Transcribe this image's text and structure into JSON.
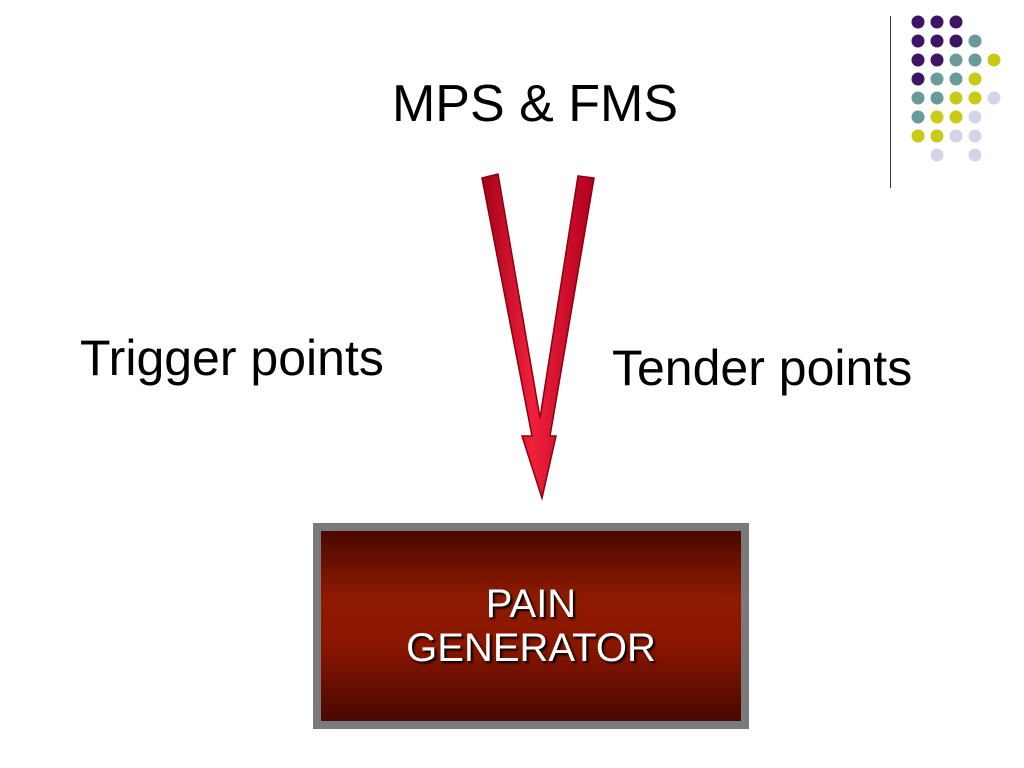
{
  "title": "MPS & FMS",
  "left_label": "Trigger points",
  "right_label": "Tender points",
  "box": {
    "line1": "PAIN",
    "line2": "GENERATOR"
  },
  "colors": {
    "arrow": "#e8102e",
    "box_fill": "#8e1a00",
    "box_border": "#7a7a7a",
    "dot_purple": "#3d1566",
    "dot_teal": "#6a9a99",
    "dot_yellow": "#c9c918",
    "dot_lavender": "#d4d4e8"
  }
}
